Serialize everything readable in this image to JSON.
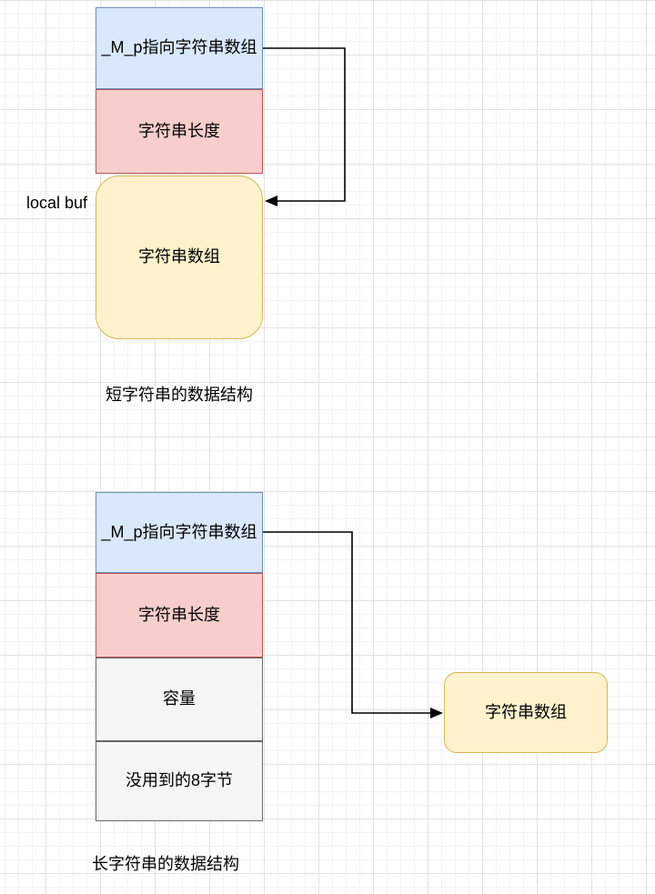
{
  "short_string_structure": {
    "pointer_cell": "_M_p指向字符串数组",
    "length_cell": "字符串长度",
    "array_cell": "字符串数组",
    "local_buf_label": "local buf",
    "caption": "短字符串的数据结构"
  },
  "long_string_structure": {
    "pointer_cell": "_M_p指向字符串数组",
    "length_cell": "字符串长度",
    "capacity_cell": "容量",
    "unused_cell": "没用到的8字节",
    "array_cell": "字符串数组",
    "caption": "长字符串的数据结构"
  },
  "colors": {
    "pointer_fill": "#dae8fc",
    "pointer_stroke": "#6c8ebf",
    "length_fill": "#f8cecc",
    "length_stroke": "#b85450",
    "array_fill": "#fff2cc",
    "array_stroke": "#d6b656",
    "plain_fill": "#f5f5f5",
    "plain_stroke": "#666666",
    "arrow": "#000000",
    "text": "#000000"
  }
}
